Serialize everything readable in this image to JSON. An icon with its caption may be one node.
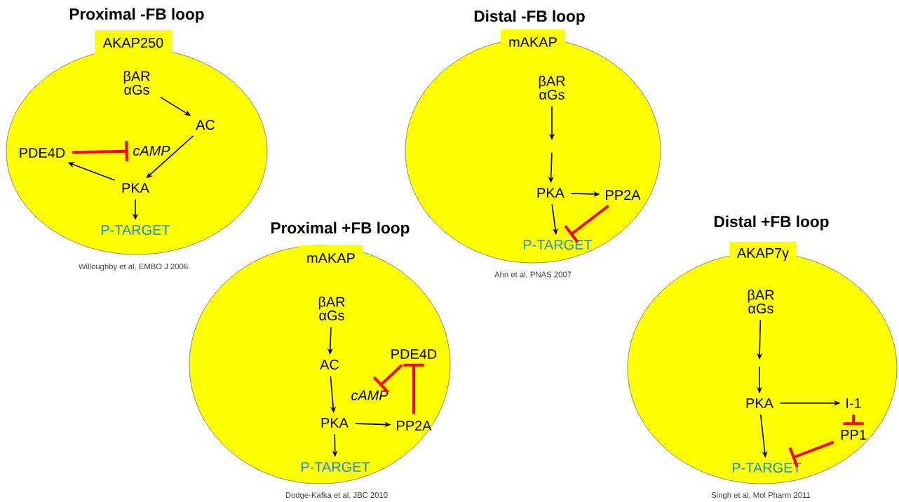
{
  "diagram": {
    "nodes": [
      {
        "text": [
          "Proximal -FB loop",
          "AKAP250"
        ],
        "beside": [
          "Willoughby et al, EMBO J 2006"
        ]
      },
      {
        "text": [
          "βAR αGs"
        ],
        "in": 0
      },
      {
        "text": [
          "AC"
        ],
        "in": 0
      },
      {
        "text": [
          "PDE4D"
        ],
        "in": 0
      },
      {
        "text": [
          "cAMP"
        ],
        "in": 0
      },
      {
        "text": [
          "PKA"
        ],
        "in": 0
      },
      {
        "text": [
          "P-TARGET"
        ],
        "in": 0
      },
      {
        "text": [
          "Distal -FB loop",
          "mAKAP"
        ],
        "beside": [
          "Ahn et al, PNAS 2007"
        ]
      },
      {
        "text": [
          "βAR αGs"
        ],
        "in": 7
      },
      {
        "text": [
          "PKA"
        ],
        "in": 7
      },
      {
        "text": [
          "PP2A"
        ],
        "in": 7
      },
      {
        "text": [
          "P-TARGET"
        ],
        "in": 7
      },
      {
        "text": [
          "Proximal +FB loop",
          "mAKAP"
        ],
        "beside": [
          "Dodge-Kafka et al, JBC 2010"
        ]
      },
      {
        "text": [
          "βAR αGs"
        ],
        "in": 12
      },
      {
        "text": [
          "AC"
        ],
        "in": 12
      },
      {
        "text": [
          "PDE4D"
        ],
        "in": 12
      },
      {
        "text": [
          "cAMP"
        ],
        "in": 12
      },
      {
        "text": [
          "PKA"
        ],
        "in": 12
      },
      {
        "text": [
          "PP2A"
        ],
        "in": 12
      },
      {
        "text": [
          "P-TARGET"
        ],
        "in": 12
      },
      {
        "text": [
          "Distal  +FB loop",
          "AKAP7γ"
        ],
        "beside": [
          "Singh et al, Mol Pharm 2011"
        ]
      },
      {
        "text": [
          "βAR αGs"
        ],
        "in": 20
      },
      {
        "text": [
          "PKA"
        ],
        "in": 20
      },
      {
        "text": [
          "I-1"
        ],
        "in": 20
      },
      {
        "text": [
          "PP1"
        ],
        "in": 20
      },
      {
        "text": [
          "P-TARGET"
        ],
        "in": 20
      }
    ],
    "edges": [
      {
        "from": 1,
        "to": 2,
        "arrow": "to"
      },
      {
        "from": 2,
        "to": 5,
        "arrow": "to"
      },
      {
        "from": 5,
        "to": 3,
        "arrow": "to"
      },
      {
        "from": 3,
        "to": 4,
        "arrow": "other",
        "style": "thick",
        "color": "#ff0000"
      },
      {
        "from": 5,
        "to": 6,
        "arrow": "to"
      },
      {
        "from": 8,
        "to": null,
        "arrow": "to"
      },
      {
        "from": null,
        "to": 9,
        "arrow": "to"
      },
      {
        "from": 9,
        "to": 10,
        "arrow": "to"
      },
      {
        "from": 10,
        "to": 11,
        "arrow": "other",
        "style": "thick",
        "color": "#ff0000"
      },
      {
        "from": 9,
        "to": 11,
        "arrow": "to"
      },
      {
        "from": 13,
        "to": 14,
        "arrow": "to"
      },
      {
        "from": 14,
        "to": 17,
        "arrow": "to"
      },
      {
        "from": 15,
        "to": 16,
        "arrow": "other",
        "style": "thick",
        "color": "#ff0000"
      },
      {
        "from": 18,
        "to": 15,
        "arrow": "other",
        "style": "thick",
        "color": "#ff0000"
      },
      {
        "from": 17,
        "to": 18,
        "arrow": "to"
      },
      {
        "from": 17,
        "to": 19,
        "arrow": "to"
      },
      {
        "from": 21,
        "to": null,
        "arrow": "to"
      },
      {
        "from": null,
        "to": 22,
        "arrow": "to"
      },
      {
        "from": 22,
        "to": 23,
        "arrow": "to"
      },
      {
        "from": 23,
        "to": 24,
        "arrow": "other",
        "style": "thick",
        "color": "#ff0000"
      },
      {
        "from": 24,
        "to": 25,
        "arrow": "other",
        "style": "thick",
        "color": "#ff0000"
      },
      {
        "from": 22,
        "to": 25,
        "arrow": "to"
      }
    ]
  }
}
